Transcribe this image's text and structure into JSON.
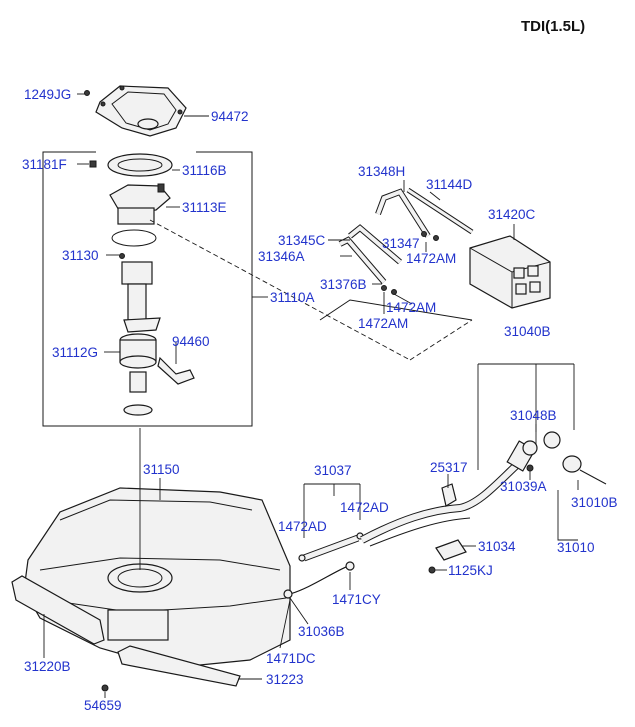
{
  "title": "TDI(1.5L)",
  "labels": {
    "l1249JG": "1249JG",
    "l94472": "94472",
    "l31181F": "31181F",
    "l31116B": "31116B",
    "l31113E": "31113E",
    "l31130": "31130",
    "l31110A": "31110A",
    "l31112G": "31112G",
    "l94460": "94460",
    "l31150": "31150",
    "l31220B": "31220B",
    "l54659": "54659",
    "l31223": "31223",
    "l1471DC": "1471DC",
    "l31036B": "31036B",
    "l1471CY": "1471CY",
    "l31037": "31037",
    "l1472AD_a": "1472AD",
    "l1472AD_b": "1472AD",
    "l31348H": "31348H",
    "l31144D": "31144D",
    "l31420C": "31420C",
    "l31345C": "31345C",
    "l31346A": "31346A",
    "l31347": "31347",
    "l1472AM_a": "1472AM",
    "l31376B": "31376B",
    "l1472AM_b": "1472AM",
    "l1472AM_c": "1472AM",
    "l31040B": "31040B",
    "l31048B": "31048B",
    "l25317": "25317",
    "l31039A": "31039A",
    "l31010B": "31010B",
    "l31010": "31010",
    "l31034": "31034",
    "l1125KJ": "1125KJ"
  }
}
